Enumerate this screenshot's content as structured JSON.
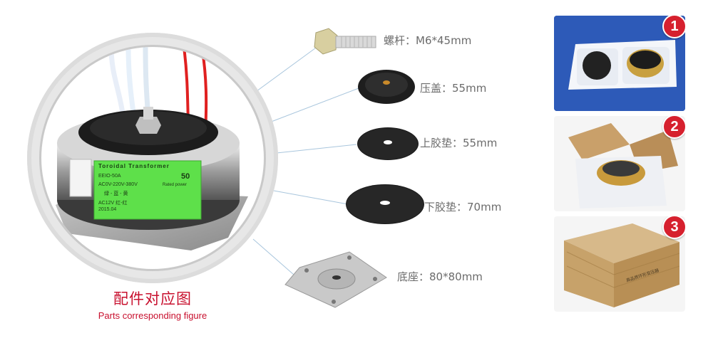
{
  "caption": {
    "title_cn": "配件对应图",
    "title_en": "Parts corresponding figure"
  },
  "transformer_label": {
    "brand": "Toroidal  Transformer",
    "model": "EEIO-50A",
    "power": "50",
    "rated_power": "Rated power",
    "input": "AC0V-220V-380V",
    "input_colors": "绿 - 蓝 - 黄",
    "output": "AC12V 红-红",
    "date": "2015.04"
  },
  "parts": [
    {
      "name": "螺杆",
      "spec": "：M6*45mm"
    },
    {
      "name": "压盖",
      "spec": "：55mm"
    },
    {
      "name": "上胶垫",
      "spec": "：55mm"
    },
    {
      "name": "下胶垫",
      "spec": "：70mm"
    },
    {
      "name": "底座",
      "spec": "：80*80mm"
    }
  ],
  "packaging": [
    {
      "step": "1"
    },
    {
      "step": "2"
    },
    {
      "step": "3",
      "box_text": "高品质环形变压器"
    }
  ],
  "colors": {
    "accent_red": "#c8102e",
    "badge_red": "#d6202e",
    "label_green": "#5ee04a",
    "photo_blue": "#2d5ab8"
  }
}
